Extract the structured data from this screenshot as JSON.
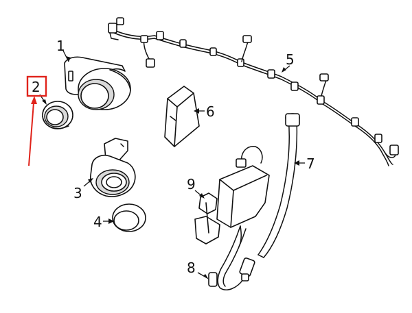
{
  "diagram": {
    "callouts": [
      {
        "id": "1",
        "label": "1"
      },
      {
        "id": "2",
        "label": "2"
      },
      {
        "id": "3",
        "label": "3"
      },
      {
        "id": "4",
        "label": "4"
      },
      {
        "id": "5",
        "label": "5"
      },
      {
        "id": "6",
        "label": "6"
      },
      {
        "id": "7",
        "label": "7"
      },
      {
        "id": "8",
        "label": "8"
      },
      {
        "id": "9",
        "label": "9"
      }
    ],
    "highlighted_callout": "2",
    "colors": {
      "line": "#111111",
      "highlight": "#e0231b",
      "background": "#ffffff"
    }
  }
}
